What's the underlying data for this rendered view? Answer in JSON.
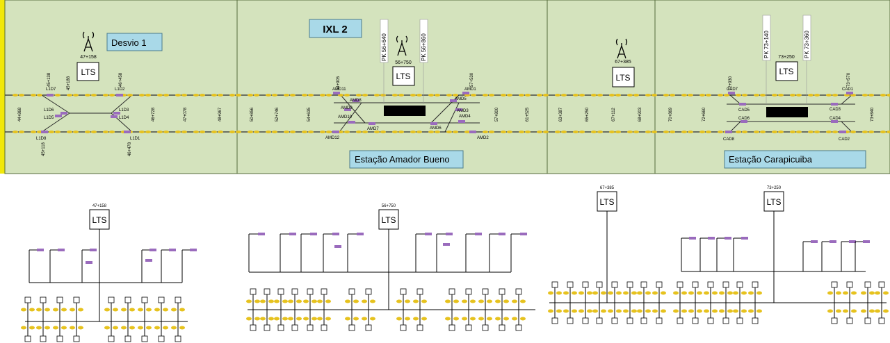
{
  "colors": {
    "panel_bg": "#d4e3bd",
    "panel_border": "#556b3a",
    "label_box": "#a9d9e8",
    "left_bar": "#f1e80a",
    "track": "#2a2a2a",
    "balise_yellow": "#e6c21e",
    "switch_purple": "#9a6bbd",
    "platform": "#000000",
    "signal_orange": "#e08a1e"
  },
  "top": {
    "sections": [
      {
        "name": "Desvio 1"
      },
      {
        "name": "IXL 2"
      },
      {
        "name": ""
      },
      {
        "name": "Estação Carapicuiba"
      }
    ],
    "title_labels": {
      "desvio": "Desvio 1",
      "ixl": "IXL 2",
      "amador": "Estação Amador Bueno",
      "carapicuiba": "Estação Carapicuiba"
    },
    "lts_label": "LTS",
    "lts_positions": [
      "47+158",
      "56+750",
      "67+385",
      "73+250"
    ],
    "pk_markers": [
      "PK 56+640",
      "PK 56+860",
      "PK 73+140",
      "PK 73+360"
    ],
    "km_labels": [
      "44+868",
      "45+138",
      "45+188",
      "46+458",
      "45+118",
      "46+478",
      "46+728",
      "47+078",
      "48+967",
      "50+856",
      "52+746",
      "54+635",
      "54+905",
      "57+530",
      "57+800",
      "61+525",
      "63+387",
      "65+250",
      "67+112",
      "68+903",
      "70+869",
      "72+660",
      "72+930",
      "73+570",
      "73+840"
    ],
    "switch_names": {
      "desvio": [
        "L1D7",
        "L1D2",
        "L1D6",
        "L1D3",
        "L1D5",
        "L1D4",
        "L1D8",
        "L1D1"
      ],
      "amador": [
        "AMD11",
        "AMD1",
        "AMD8",
        "AMD5",
        "AMD9",
        "AMD3",
        "AMD10",
        "AMD4",
        "AMD7",
        "AMD6",
        "AMD12",
        "AMD2"
      ],
      "carapicuiba": [
        "CAD7",
        "CAD1",
        "CAD5",
        "CAD3",
        "CAD6",
        "CAD4",
        "CAD8",
        "CAD2"
      ]
    }
  },
  "bottom": {
    "lts_label": "LTS",
    "positions": [
      "47+158",
      "56+750",
      "67+385",
      "73+250"
    ]
  }
}
